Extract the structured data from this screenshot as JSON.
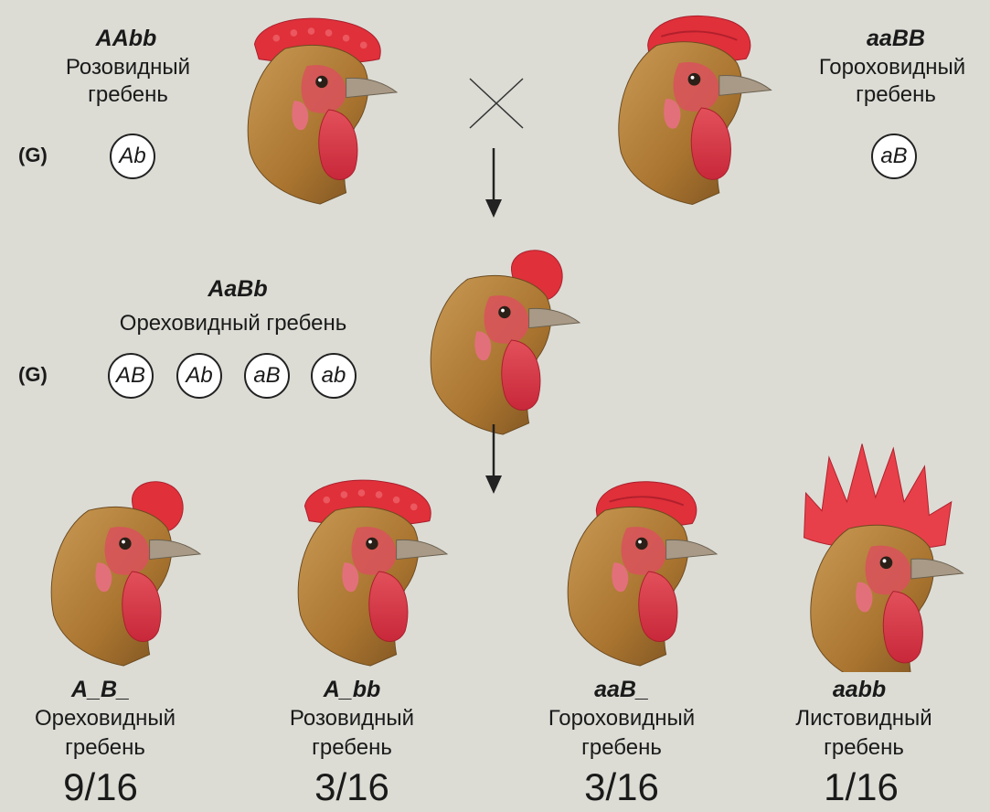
{
  "parents": {
    "left": {
      "genotype": "AAbb",
      "phenotype_line1": "Розовидный",
      "phenotype_line2": "гребень",
      "gamete": "Ab"
    },
    "right": {
      "genotype": "aaBB",
      "phenotype_line1": "Гороховидный",
      "phenotype_line2": "гребень",
      "gamete": "aB"
    },
    "gamete_label": "(G)"
  },
  "f1": {
    "genotype": "AaBb",
    "phenotype": "Ореховидный гребень",
    "gamete_label": "(G)",
    "gametes": [
      "AB",
      "Ab",
      "aB",
      "ab"
    ]
  },
  "f2": [
    {
      "genotype": "A_B_",
      "phenotype_line1": "Ореховидный",
      "phenotype_line2": "гребень",
      "ratio": "9/16"
    },
    {
      "genotype": "A_bb",
      "phenotype_line1": "Розовидный",
      "phenotype_line2": "гребень",
      "ratio": "3/16"
    },
    {
      "genotype": "aaB_",
      "phenotype_line1": "Гороховидный",
      "phenotype_line2": "гребень",
      "ratio": "3/16"
    },
    {
      "genotype": "aabb",
      "phenotype_line1": "Листовидный",
      "phenotype_line2": "гребень",
      "ratio": "1/16"
    }
  ],
  "colors": {
    "comb": "#e0303a",
    "wattle": "#e03a45",
    "feathers": "#b8803f",
    "beak": "#a89a86",
    "background": "#dcdcd5"
  }
}
